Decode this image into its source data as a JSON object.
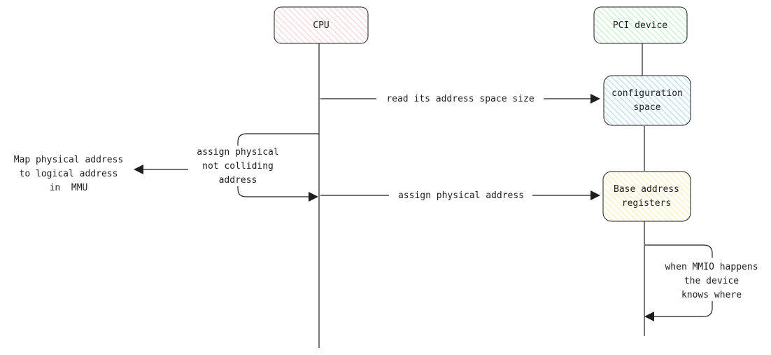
{
  "participants": {
    "cpu": {
      "label": "CPU",
      "color": "#ffc9c9"
    },
    "pci_device": {
      "label": "PCI device",
      "color": "#b2f2bb"
    }
  },
  "boxes": {
    "configuration_space": {
      "lines": [
        "configuration",
        "space"
      ],
      "color": "#a5d8ff"
    },
    "base_address_registers": {
      "lines": [
        "Base address",
        "registers"
      ],
      "color": "#ffec99"
    }
  },
  "messages": {
    "read_size": "read its address space size",
    "assign_physical": "assign physical address",
    "self_assign": [
      "assign physical",
      "not colliding",
      "address"
    ],
    "map_mmu": [
      "Map physical address",
      "to logical address",
      "in  MMU"
    ],
    "mmio": [
      "when MMIO happens",
      "the device",
      "knows where"
    ]
  }
}
